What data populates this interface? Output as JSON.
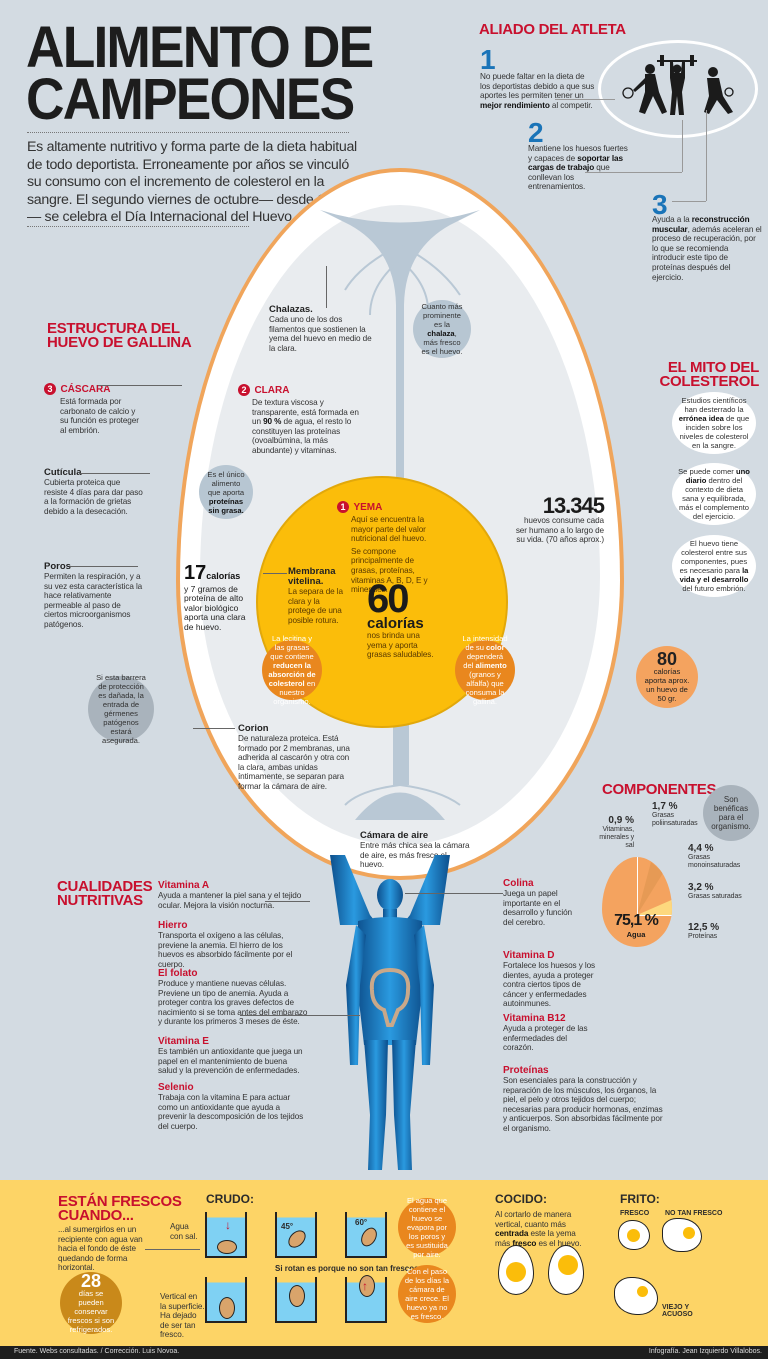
{
  "header": {
    "title_line1": "ALIMENTO DE",
    "title_line2": "CAMPEONES",
    "intro": "Es altamente nutritivo y forma parte de la dieta habitual de todo deportista. Erroneamente por años se vinculó su consumo con el incremento de colesterol en la sangre. El segundo viernes de octubre— desde 1996— se celebra el Día Internacional del Huevo."
  },
  "athlete": {
    "title": "ALIADO DEL ATLETA",
    "items": [
      {
        "num": "1",
        "pre": "No puede faltar en la dieta de los deportistas debido a que sus aportes les permiten tener un ",
        "bold": "mejor rendimiento",
        "post": " al competir."
      },
      {
        "num": "2",
        "pre": "Mantiene los huesos fuertes y capaces de ",
        "bold": "soportar las cargas de trabajo",
        "post": " que conllevan los entrenamientos."
      },
      {
        "num": "3",
        "pre": "Ayuda a la ",
        "bold": "reconstrucción muscular",
        "post": ", además aceleran el proceso de recuperación, por lo que se recomienda introducir este tipo de proteínas después del ejercicio."
      }
    ]
  },
  "structure": {
    "title_line1": "ESTRUCTURA DEL",
    "title_line2": "HUEVO DE GALLINA",
    "cascara": {
      "num": "3",
      "label": "CÁSCARA",
      "text": "Está formada por carbonato de calcio y su función es proteger al embrión."
    },
    "cuticula": {
      "label": "Cutícula",
      "text": "Cubierta proteica que resiste 4 días para dar paso a la formación de grietas debido a la desecación."
    },
    "poros": {
      "label": "Poros",
      "text": "Permiten la respiración, y a su vez esta característica la hace relativamente permeable al paso de ciertos microorganismos patógenos."
    },
    "barrier_bubble": "Si esta barrera de protección es dañada, la entrada de gérmenes patógenos estará asegurada.",
    "chalazas": {
      "label": "Chalazas.",
      "text": "Cada uno de los dos filamentos que sostienen la yema del huevo en medio de la clara."
    },
    "chalaza_bubble": {
      "pre": "Cuanto más prominente es la ",
      "bold": "chalaza",
      "post": ", más fresco es el huevo."
    },
    "clara": {
      "num": "2",
      "label": "CLARA",
      "pre": "De textura viscosa y transparente, está formada en un ",
      "bold": "90 %",
      "post": " de agua, el resto lo constituyen las proteínas (ovoalbúmina, la más abundante) y vitaminas."
    },
    "protein_bubble": {
      "pre": "Es el único alimento que aporta ",
      "bold": "proteínas sin grasa."
    },
    "clara_cal": {
      "num": "17",
      "unit": "calorías",
      "text": "y 7 gramos de proteína de alto valor biológico aporta una clara de huevo."
    },
    "yema": {
      "num": "1",
      "label": "YEMA",
      "text1": "Aquí se encuentra la mayor parte del valor nutricional del huevo.",
      "text2": "Se compone principalmente de grasas, proteínas, vitaminas A, B, D, E y minerales."
    },
    "membrana": {
      "label": "Membrana vitelina.",
      "text": "La separa de la clara y la protege de una posible rotura."
    },
    "yema_cal": {
      "num": "60",
      "unit": "calorías",
      "text": "nos brinda una yema y aporta grasas saludables."
    },
    "lecitina_bubble": {
      "pre": "La lecitina y las grasas que contiene ",
      "bold": "reducen la absorción de colesterol",
      "post": " en nuestro organismo."
    },
    "color_bubble": {
      "pre": "La intensidad de su ",
      "bold1": "color",
      "mid": " dependerá del ",
      "bold2": "alimento",
      "post": " (granos y alfalfa) que consuma la gallina."
    },
    "consumption": {
      "num": "13.345",
      "text": "huevos consume cada ser humano a lo largo de su vida. (70 años aprox.)"
    },
    "corion": {
      "label": "Corion",
      "text": "De naturaleza proteica. Está formado por 2 membranas, una adherida al cascarón y otra con la clara, ambas unidas íntimamente, se separan para formar la cámara de aire."
    },
    "camara": {
      "label": "Cámara de aire",
      "text": "Entre más chica sea la cámara de aire, es más fresco el huevo."
    }
  },
  "myth": {
    "title_line1": "EL MITO DEL",
    "title_line2": "COLESTEROL",
    "bubbles": [
      {
        "pre": "Estudios científicos han desterrado la ",
        "bold": "errónea idea",
        "post": " de que inciden sobre los niveles de colesterol en la sangre."
      },
      {
        "pre": "Se puede comer ",
        "bold": "uno diario",
        "post": " dentro del contexto de dieta sana y equilibrada, más el complemento del ejercicio."
      },
      {
        "pre": "El huevo tiene colesterol entre sus componentes, pues es necesario para ",
        "bold": "la vida y el desarrollo",
        "post": " del futuro embrión."
      }
    ],
    "egg_cal": {
      "num": "80",
      "text": "calorías aporta aprox. un huevo de 50 gr."
    }
  },
  "components": {
    "title": "COMPONENTES",
    "bubble": "Son benéficas para el organismo.",
    "items": [
      {
        "value": "0,9 %",
        "label": "Vitaminas, minerales y sal"
      },
      {
        "value": "1,7 %",
        "label": "Grasas poliinsaturadas"
      },
      {
        "value": "4,4 %",
        "label": "Grasas monoinsaturadas"
      },
      {
        "value": "3,2 %",
        "label": "Grasas saturadas"
      },
      {
        "value": "12,5 %",
        "label": "Proteínas"
      },
      {
        "value": "75,1 %",
        "label": "Agua"
      }
    ]
  },
  "chart_data": {
    "type": "pie",
    "title": "COMPONENTES",
    "categories": [
      "Agua",
      "Proteínas",
      "Grasas saturadas",
      "Grasas monoinsaturadas",
      "Grasas poliinsaturadas",
      "Vitaminas, minerales y sal"
    ],
    "values": [
      75.1,
      12.5,
      3.2,
      4.4,
      1.7,
      0.9
    ],
    "unit": "%",
    "annotation": "Son benéficas para el organismo."
  },
  "nutrition": {
    "title_line1": "CUALIDADES",
    "title_line2": "NUTRITIVAS",
    "left": [
      {
        "name": "Vitamina A",
        "text": "Ayuda a mantener la piel sana y el tejido ocular. Mejora la visión nocturna."
      },
      {
        "name": "Hierro",
        "text": "Transporta el oxígeno a las células, previene la anemia. El hierro de los huevos es absorbido fácilmente por el cuerpo."
      },
      {
        "name": "El folato",
        "text": "Produce y mantiene nuevas células. Previene un tipo de anemia. Ayuda a proteger contra los graves defectos de nacimiento si se toma antes del embarazo y durante los primeros 3 meses de éste."
      },
      {
        "name": "Vitamina E",
        "text": "Es también un antioxidante que juega un papel en el mantenimiento de buena salud y la prevención de enfermedades."
      },
      {
        "name": "Selenio",
        "text": "Trabaja con la vitamina E para actuar como un antioxidante que ayuda a prevenir la descomposición de los tejidos del cuerpo."
      }
    ],
    "right": [
      {
        "name": "Colina",
        "text": "Juega un papel importante en el desarrollo y función del cerebro."
      },
      {
        "name": "Vitamina D",
        "text": "Fortalece los huesos y los dientes, ayuda a proteger contra ciertos tipos de cáncer y enfermedades autoinmunes."
      },
      {
        "name": "Vitamina B12",
        "text": "Ayuda a proteger de las enfermedades del corazón."
      },
      {
        "name": "Proteínas",
        "text": "Son esenciales para la construcción y reparación de los músculos, los órganos, la piel, el pelo y otros tejidos del cuerpo; necesarias para producir hormonas, enzimas y anticuerpos. Son absorbidas fácilmente por el organismo."
      }
    ]
  },
  "fresh": {
    "title_line1": "ESTÁN FRESCOS",
    "title_line2": "CUANDO...",
    "text": "...al sumergirlos en un recipiente con agua van hacia el fondo de éste quedando de forma horizontal.",
    "days": {
      "num": "28",
      "text": "días se pueden conservar frescos si son refrigerados."
    },
    "raw_title": "CRUDO:",
    "salt_label": "Agua con sal.",
    "angle1": "45°",
    "angle2": "60°",
    "rotate_note": "Si rotan es porque no son tan frescos.",
    "vertical_note": "Vertical en la superficie. Ha dejado de ser tan fresco.",
    "bubble1": "El agua que contiene el huevo se evapora por los poros y es sustituida por aire.",
    "bubble2": "Con el paso de los días la cámara de aire crece. El huevo ya no es fresco.",
    "cooked_title": "COCIDO:",
    "cooked_text_pre": "Al cortarlo de manera vertical, cuanto más ",
    "cooked_bold1": "centrada",
    "cooked_mid": " este la yema más ",
    "cooked_bold2": "fresco",
    "cooked_post": " es el huevo.",
    "fried_title": "FRITO:",
    "fried_fresh": "FRESCO",
    "fried_notfresh": "NO TAN FRESCO",
    "fried_old": "VIEJO Y ACUOSO"
  },
  "footer": {
    "left": "Fuente. Webs consultadas. / Corrección. Luis Novoa.",
    "right": "Infografía. Jean Izquierdo Villalobos."
  },
  "colors": {
    "background": "#d3dbe2",
    "accent_red": "#c8102e",
    "accent_blue": "#1a74b8",
    "yolk": "#fbbd0a",
    "orange": "#e9871e",
    "bottom_band": "#fdd466",
    "footer": "#1e1e1e"
  }
}
